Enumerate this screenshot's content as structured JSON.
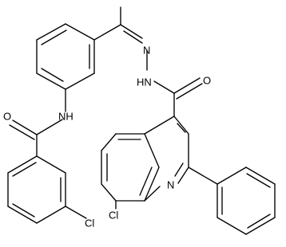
{
  "molecule": {
    "atom_labels": {
      "amide_nh": "NH",
      "hydrazide_nh": "HN",
      "hydrazone_n": "N",
      "carbonyl_o_left": "O",
      "carbonyl_o_right": "O",
      "chloro_lower_left": "Cl",
      "chloro_lower_mid": "Cl",
      "quinoline_n": "N"
    }
  }
}
